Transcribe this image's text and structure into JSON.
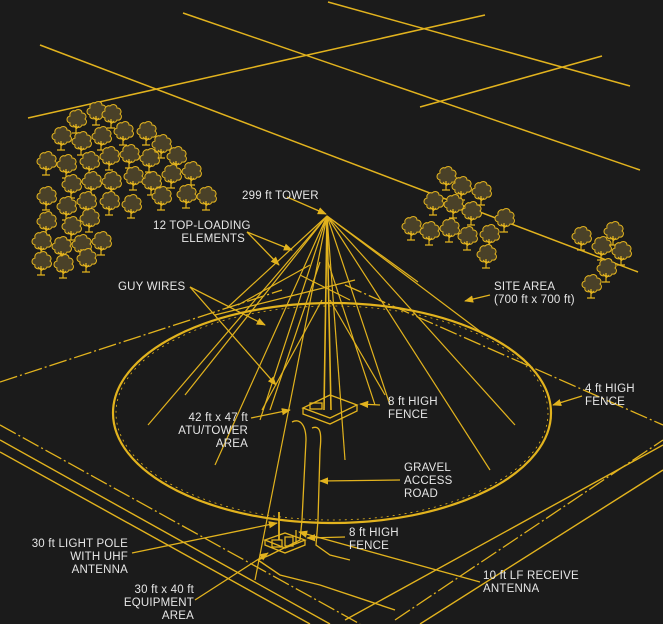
{
  "diagram": {
    "colors": {
      "background": "#1b1b1b",
      "line": "#e2b31e",
      "tree_fill": "#4a4128",
      "label": "#e6e6e6"
    },
    "labels": {
      "tower": "299 ft TOWER",
      "top_loading": [
        "12 TOP-LOADING",
        "ELEMENTS"
      ],
      "guy_wires": "GUY WIRES",
      "site_area": [
        "SITE AREA",
        "(700 ft x 700 ft)"
      ],
      "fence_4ft": [
        "4 ft HIGH",
        "FENCE"
      ],
      "fence_8ft_tower": [
        "8 ft HIGH",
        "FENCE"
      ],
      "atu_area": [
        "42 ft x 47 ft",
        "ATU/TOWER",
        "AREA"
      ],
      "gravel_road": [
        "GRAVEL",
        "ACCESS",
        "ROAD"
      ],
      "light_pole": [
        "30 ft LIGHT POLE",
        "WITH UHF",
        "ANTENNA"
      ],
      "fence_8ft_equipment": [
        "8 ft HIGH",
        "FENCE"
      ],
      "lf_antenna": [
        "10 ft LF RECEIVE",
        "ANTENNA"
      ],
      "equipment_area": [
        "30 ft x 40 ft",
        "EQUIPMENT",
        "AREA"
      ]
    }
  }
}
